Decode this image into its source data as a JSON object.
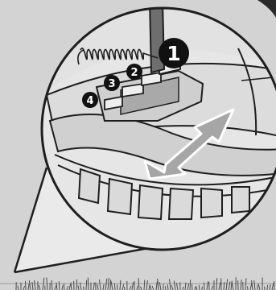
{
  "colors": {
    "background": "#d3d3d3",
    "magnifier_fill": "#e6e6e6",
    "outline": "#1e1e1e",
    "arrow_fill": "#a6a6a6",
    "callout_fill": "#111111",
    "callout_text": "#ffffff",
    "grass": "#4a4a4a"
  },
  "callouts": [
    {
      "label": "1"
    },
    {
      "label": "2"
    },
    {
      "label": "3"
    },
    {
      "label": "4"
    }
  ],
  "icons": {
    "adjust_arrow": "double-headed-arrow-icon",
    "spring": "coil-spring-icon"
  }
}
